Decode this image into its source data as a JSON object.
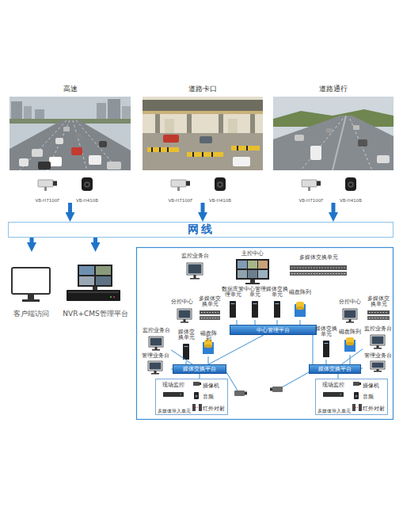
{
  "diagram": {
    "nodes": [
      {
        "text": [
          "高速"
        ]
      },
      {
        "text": [
          "VB-H7100F"
        ],
        "in": 0
      },
      {
        "text": [
          "VB-H410B"
        ],
        "in": 0
      },
      {
        "text": [
          "道路卡口"
        ]
      },
      {
        "text": [
          "VB-H7100F"
        ],
        "in": 3
      },
      {
        "text": [
          "VB-H410B"
        ],
        "in": 3
      },
      {
        "text": [
          "道路通行"
        ]
      },
      {
        "text": [
          "VB-H7100F"
        ],
        "in": 6
      },
      {
        "text": [
          "VB-H410B"
        ],
        "in": 6
      },
      {
        "text": [
          "网线"
        ]
      },
      {
        "text": [
          "客户端访问"
        ]
      },
      {
        "text": [
          "NVR+CMS管理平台"
        ]
      },
      {
        "text": [
          "监控业务台"
        ]
      },
      {
        "text": [
          "主控中心"
        ]
      },
      {
        "text": [
          "多媒体交换单元"
        ]
      },
      {
        "text": [
          "数据库管理单元"
        ]
      },
      {
        "text": [
          "中心管理单元"
        ]
      },
      {
        "text": [
          "媒体交换单元"
        ]
      },
      {
        "text": [
          "磁盘阵列"
        ]
      },
      {
        "text": [
          "中心管理平台"
        ]
      },
      {
        "text": [
          "分控中心"
        ]
      },
      {
        "text": [
          "多媒体交换单元"
        ]
      },
      {
        "text": [
          "监控业务台"
        ]
      },
      {
        "text": [
          "媒体交换单元"
        ]
      },
      {
        "text": [
          "磁盘阵列"
        ]
      },
      {
        "text": [
          "管理业务台"
        ]
      },
      {
        "text": [
          "媒体交换平台"
        ]
      },
      {
        "text": [
          "分控中心"
        ]
      },
      {
        "text": [
          "多媒体交换单元"
        ]
      },
      {
        "text": [
          "媒体交换单元"
        ]
      },
      {
        "text": [
          "磁盘阵列"
        ]
      },
      {
        "text": [
          "监控业务台"
        ]
      },
      {
        "text": [
          "管理业务台"
        ]
      },
      {
        "text": [
          "媒体交换平台"
        ]
      },
      {
        "text": [
          "现场监控"
        ]
      },
      {
        "text": [
          "摄像机"
        ],
        "in": 34
      },
      {
        "text": [
          "音频"
        ],
        "in": 34
      },
      {
        "text": [
          "多媒体导入单元"
        ],
        "in": 34
      },
      {
        "text": [
          "红外对射"
        ],
        "in": 34
      },
      {
        "text": [
          "现场监控"
        ]
      },
      {
        "text": [
          "摄像机"
        ],
        "in": 39
      },
      {
        "text": [
          "音频"
        ],
        "in": 39
      },
      {
        "text": [
          "多媒体导入单元"
        ],
        "in": 39
      },
      {
        "text": [
          "红外对射"
        ],
        "in": 39
      }
    ],
    "edges": [
      {
        "from": 0,
        "to": 9,
        "arrow": "to"
      },
      {
        "from": 3,
        "to": 9,
        "arrow": "to"
      },
      {
        "from": 6,
        "to": 9,
        "arrow": "to"
      },
      {
        "from": 9,
        "to": 10,
        "arrow": "to"
      },
      {
        "from": 9,
        "to": 11,
        "arrow": "to"
      },
      {
        "from": 19,
        "to": 26,
        "arrow": "none"
      },
      {
        "from": 19,
        "to": 33,
        "arrow": "none"
      },
      {
        "from": 15,
        "to": 19,
        "arrow": "none"
      },
      {
        "from": 16,
        "to": 19,
        "arrow": "none"
      },
      {
        "from": 17,
        "to": 19,
        "arrow": "none"
      },
      {
        "from": 18,
        "to": 19,
        "arrow": "none"
      },
      {
        "from": 22,
        "to": 26,
        "arrow": "none"
      },
      {
        "from": 23,
        "to": 26,
        "arrow": "none"
      },
      {
        "from": 24,
        "to": 26,
        "arrow": "none"
      },
      {
        "from": 25,
        "to": 26,
        "arrow": "none"
      },
      {
        "from": 29,
        "to": 33,
        "arrow": "none"
      },
      {
        "from": 30,
        "to": 33,
        "arrow": "none"
      },
      {
        "from": 31,
        "to": 33,
        "arrow": "none"
      },
      {
        "from": 32,
        "to": 33,
        "arrow": "none"
      },
      {
        "from": 26,
        "to": 34,
        "arrow": "none"
      },
      {
        "from": 33,
        "to": 39,
        "arrow": "none"
      }
    ]
  }
}
